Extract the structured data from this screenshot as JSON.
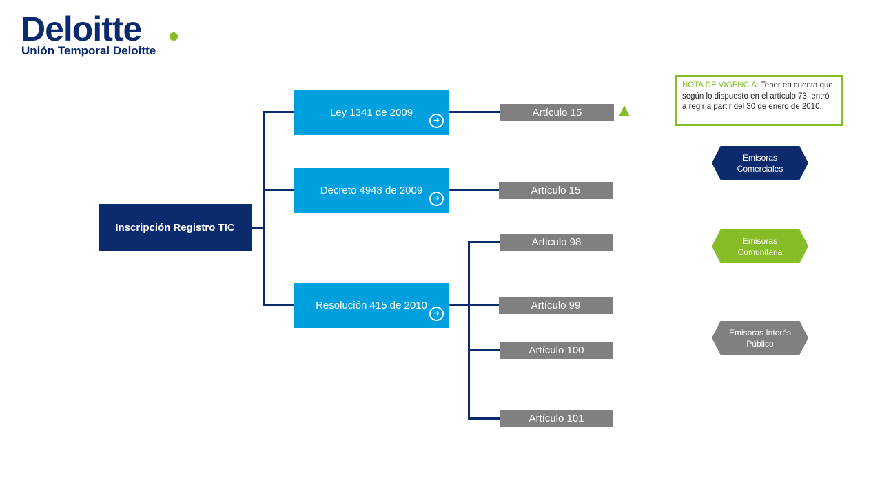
{
  "header": {
    "brand": "Deloitte",
    "subtitle": "Unión Temporal Deloitte"
  },
  "root": {
    "label": "Inscripción Registro TIC"
  },
  "norms": [
    {
      "label": "Ley 1341 de 2009",
      "icon": "arrow-circle-icon"
    },
    {
      "label": "Decreto 4948 de 2009",
      "icon": "arrow-circle-icon"
    },
    {
      "label": "Resolución 415 de 2010",
      "icon": "arrow-circle-icon"
    }
  ],
  "articles": [
    {
      "label": "Artículo 15"
    },
    {
      "label": "Artículo 15"
    },
    {
      "label": "Artículo 98"
    },
    {
      "label": "Artículo 99"
    },
    {
      "label": "Artículo 100"
    },
    {
      "label": "Artículo 101"
    }
  ],
  "note": {
    "title": "NOTA DE VIGENCIA:",
    "text": " Tener en cuenta que según lo dispuesto en el artículo 73, entró a regir a partir del 30 de enero de 2010."
  },
  "legend": [
    {
      "label": "Emisoras Comerciales",
      "color": "#0c2a6e"
    },
    {
      "label": "Emisoras Comunitaria",
      "color": "#86bc25"
    },
    {
      "label": "Emisoras Interés Público",
      "color": "#808080"
    }
  ],
  "colors": {
    "navy": "#0c2a6e",
    "blue": "#00a0df",
    "green": "#86bc25",
    "gray": "#808080"
  }
}
